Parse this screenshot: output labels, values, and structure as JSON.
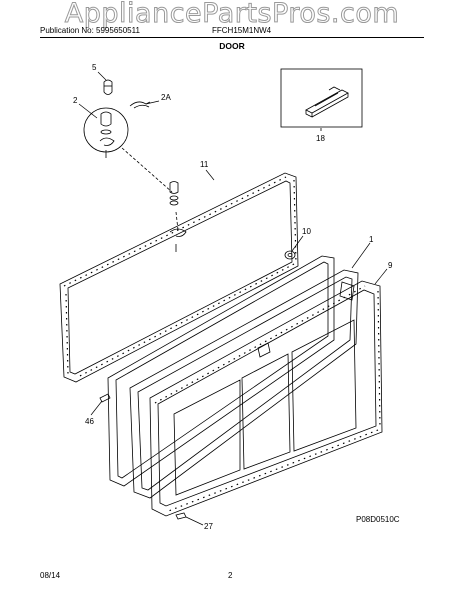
{
  "header": {
    "watermark": "AppliancePartsPros.com",
    "publication": "Publication No: 5995650511",
    "model": "FFCH15M1NW4",
    "section_title": "DOOR"
  },
  "callouts": {
    "c5": "5",
    "c2": "2",
    "c2a": "2A",
    "c11": "11",
    "c18": "18",
    "c10": "10",
    "c1": "1",
    "c9": "9",
    "c46": "46",
    "c27": "27"
  },
  "image_code": "P08D0510C",
  "footer": {
    "date": "08/14",
    "page": "2"
  }
}
